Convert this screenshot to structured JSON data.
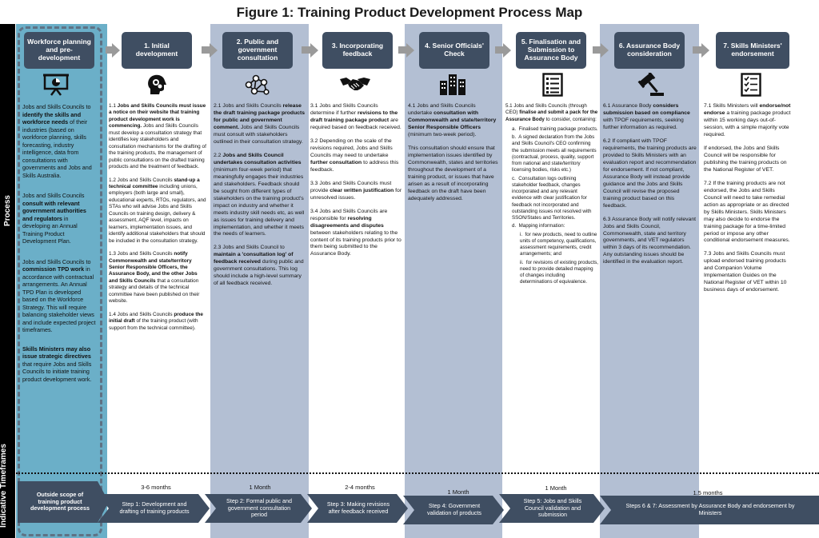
{
  "title": "Figure 1: Training Product Development Process Map",
  "sidebar": {
    "process": "Process",
    "timeframes": "Indicative Timeframes"
  },
  "stages": [
    "Workforce planning and pre-development",
    "1. Initial development",
    "2. Public and government consultation",
    "3. Incorporating feedback",
    "4. Senior Officials' Check",
    "5. Finalisation and Submission to Assurance Body",
    "6. Assurance Body consideration",
    "7. Skills Ministers' endorsement"
  ],
  "icons": [
    "presentation-chart-icon",
    "head-gears-icon",
    "network-icon",
    "handshake-icon",
    "buildings-icon",
    "checklist-icon",
    "gavel-icon",
    "ballot-icon"
  ],
  "timeline": {
    "durations": [
      "3-6 months",
      "1 Month",
      "2-4 months",
      "1 Month",
      "1 Month",
      "1.5 months"
    ],
    "steps": [
      "Outside scope of training product development process",
      "Step 1: Development and drafting of training products",
      "Step 2: Formal public and government consultation period",
      "Step 3: Making revisions after feedback received",
      "Step 4: Government validation of products",
      "Step 5: Jobs and Skills Council validation and submission",
      "Steps 6 & 7: Assessment by Assurance Body and endorsement by Ministers"
    ]
  },
  "colors": {
    "stage_box": "#3f4e62",
    "blue_column": "#6bafc8",
    "grey_column": "#b3bfd3",
    "arrow": "#9a9a9a"
  }
}
